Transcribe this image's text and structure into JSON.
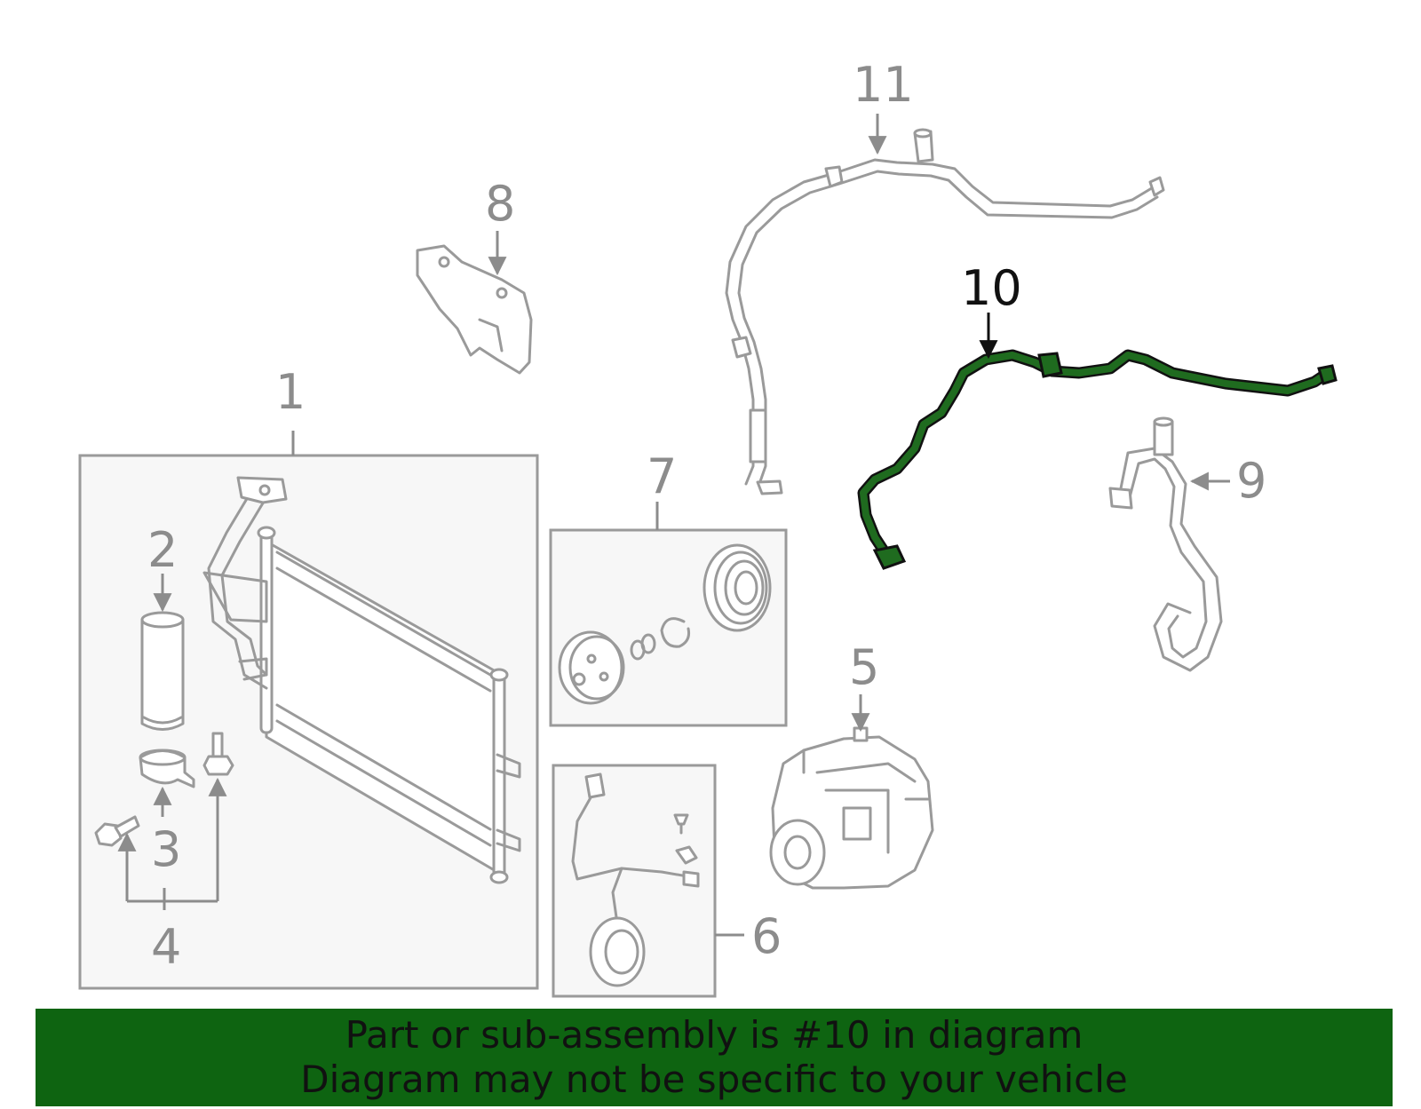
{
  "diagram": {
    "callouts": [
      "1",
      "2",
      "3",
      "4",
      "5",
      "6",
      "7",
      "8",
      "9",
      "10",
      "11"
    ],
    "highlighted_part": "10",
    "highlight_color": "#1f6b1f",
    "part_color": "#9a9a9a"
  },
  "banner": {
    "line1": "Part or sub-assembly is #10 in diagram",
    "line2": "Diagram may not be specific to your vehicle",
    "background": "#0e6411"
  }
}
